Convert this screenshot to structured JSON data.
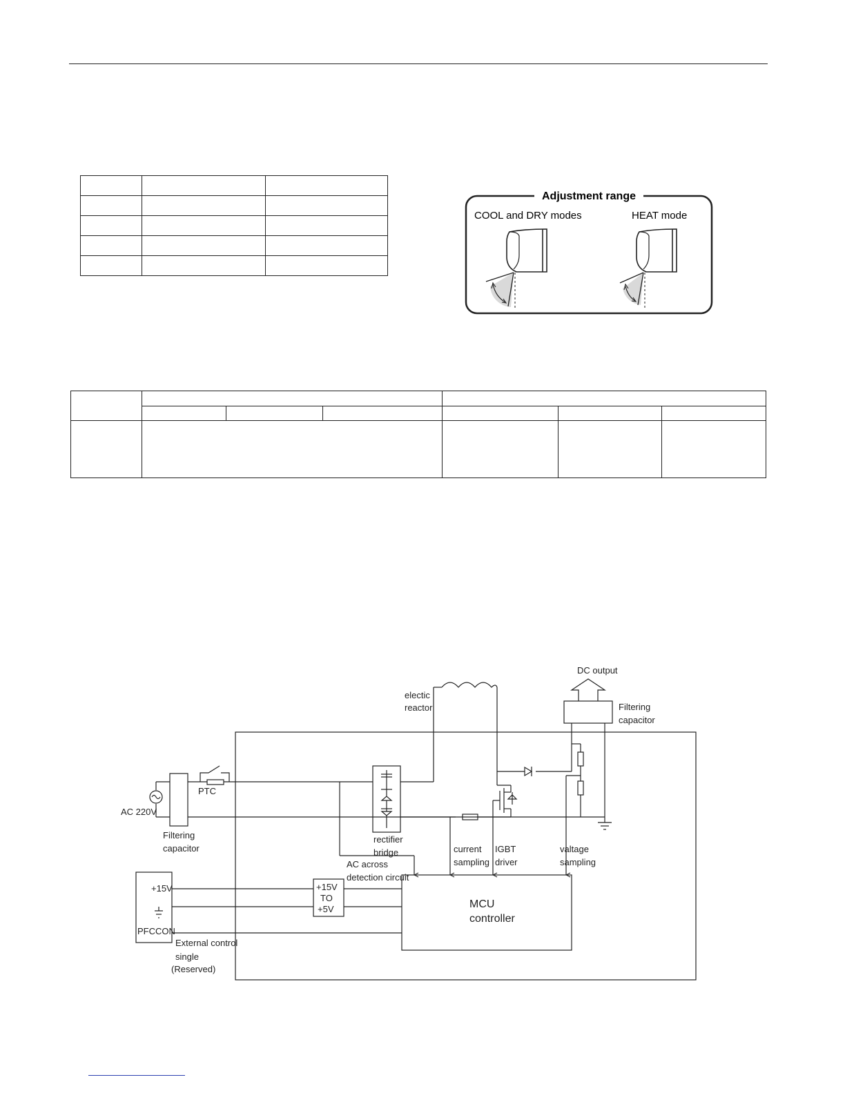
{
  "adjustment_panel": {
    "title": "Adjustment range",
    "cool_label": "COOL and DRY modes",
    "heat_label": "HEAT  mode"
  },
  "pfc_diagram": {
    "dc_output": "DC output",
    "electric_reactor_l1": "electic",
    "electric_reactor_l2": "reactor",
    "filtering_capacitor_out_l1": "Filtering",
    "filtering_capacitor_out_l2": "capacitor",
    "ptc": "PTC",
    "ac_220v": "AC 220V",
    "filtering_capacitor_in_l1": "Filtering",
    "filtering_capacitor_in_l2": "capacitor",
    "rectifier_l1": "rectifier",
    "rectifier_l2": "bridge",
    "current_sampling_l1": "current",
    "current_sampling_l2": "sampling",
    "igbt_driver_l1": "IGBT",
    "igbt_driver_l2": "driver",
    "voltage_sampling_l1": "valtage",
    "voltage_sampling_l2": "sampling",
    "ac_detect_l1": "AC across",
    "ac_detect_l2": "detection circuit",
    "plus15v": "+15V",
    "pfccon": "PFCCON",
    "conv_l1": "+15V",
    "conv_l2": "TO",
    "conv_l3": "+5V",
    "mcu_l1": "MCU",
    "mcu_l2": "controller",
    "ext_l1": "External control",
    "ext_l2": "single",
    "ext_l3": "(Reserved)"
  }
}
